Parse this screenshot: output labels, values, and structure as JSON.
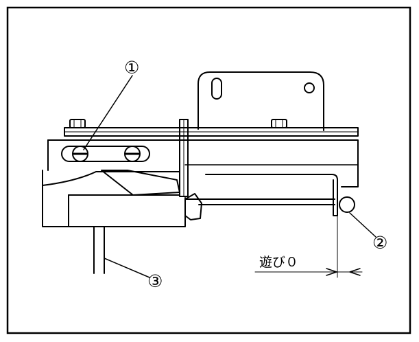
{
  "callouts": [
    {
      "id": "1",
      "symbol": "①"
    },
    {
      "id": "2",
      "symbol": "②"
    },
    {
      "id": "3",
      "symbol": "③"
    }
  ],
  "clearance_label": "遊び０",
  "colors": {
    "ink": "#000000",
    "paper": "#ffffff"
  }
}
